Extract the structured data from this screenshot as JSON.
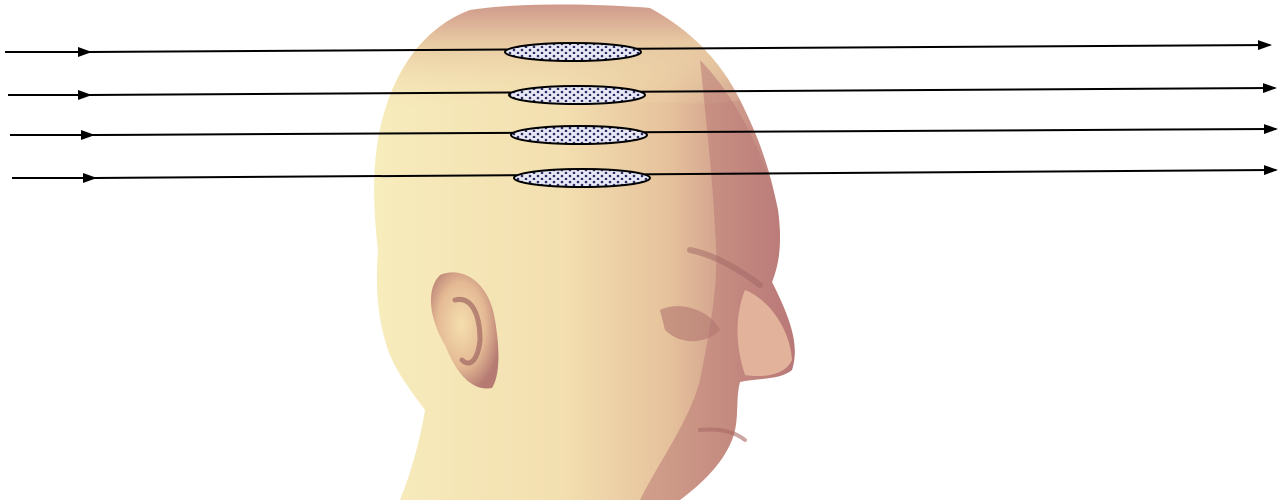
{
  "figure": {
    "subject": "head-profile-illustration",
    "beam_count": 4,
    "beam_direction": "left-to-right",
    "colors": {
      "background": "#ffffff",
      "skin_light": "#f6e8b4",
      "skin_mid": "#e9c89c",
      "skin_shadow": "#c98c80",
      "skin_dark": "#a86a66",
      "arrow": "#000000",
      "slice_fill": "#e8e8f4",
      "slice_dots": "#2c2c66"
    },
    "icons": [
      "arrow-right-icon",
      "dotted-ellipse-slice-icon",
      "head-profile-icon"
    ]
  }
}
